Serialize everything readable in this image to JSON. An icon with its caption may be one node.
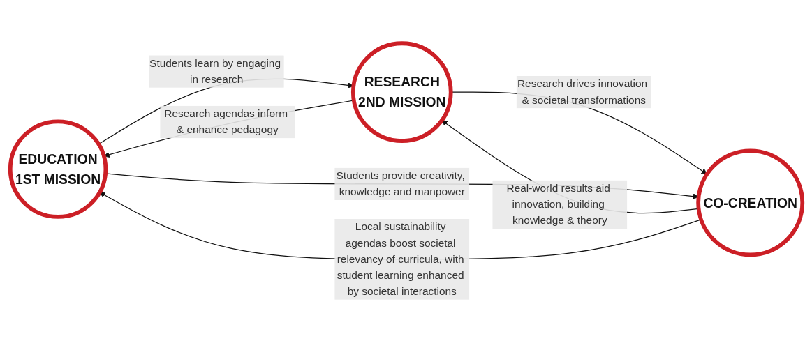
{
  "diagram": {
    "nodes": [
      {
        "text": [
          "EDUCATION",
          "1ST MISSION"
        ]
      },
      {
        "text": [
          "RESEARCH",
          "2ND MISSION"
        ]
      },
      {
        "text": [
          "CO-CREATION"
        ]
      }
    ],
    "edges": [
      {
        "from": 0,
        "to": 1,
        "arrow": "to",
        "label": "Students learn by engaging in research"
      },
      {
        "from": 1,
        "to": 0,
        "arrow": "to",
        "label": "Research agendas inform & enhance pedagogy"
      },
      {
        "from": 1,
        "to": 2,
        "arrow": "to",
        "label": "Research drives innovation & societal transformations"
      },
      {
        "from": 2,
        "to": 1,
        "arrow": "to",
        "label": "Real-world results aid innovation, building knowledge & theory"
      },
      {
        "from": 0,
        "to": 2,
        "arrow": "to",
        "label": "Students provide creativity, knowledge and manpower"
      },
      {
        "from": 2,
        "to": 0,
        "arrow": "to",
        "label": "Local sustainability agendas boost societal relevancy of curricula, with student learning enhanced by societal interactions"
      }
    ]
  }
}
